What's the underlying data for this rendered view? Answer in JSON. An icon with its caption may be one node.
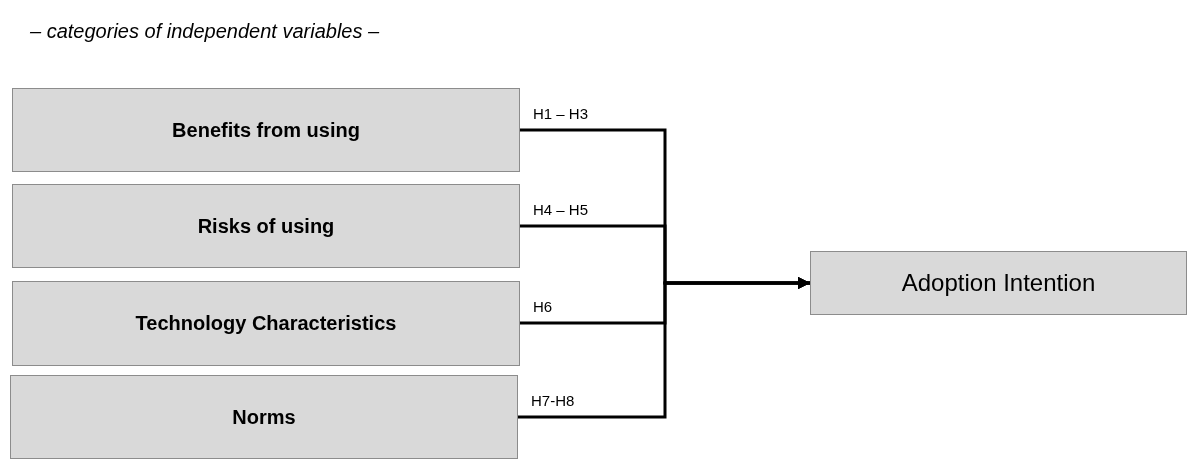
{
  "diagram": {
    "title": "– categories of independent variables –",
    "nodes": [
      {
        "text": [
          "Benefits from using"
        ]
      },
      {
        "text": [
          "Risks of using"
        ]
      },
      {
        "text": [
          "Technology Characteristics"
        ]
      },
      {
        "text": [
          "Norms"
        ]
      },
      {
        "text": [
          "Adoption Intention"
        ]
      }
    ],
    "edges": [
      {
        "from": 0,
        "to": 4,
        "arrow": "to",
        "label": "H1 – H3"
      },
      {
        "from": 1,
        "to": 4,
        "arrow": "to",
        "label": "H4 – H5"
      },
      {
        "from": 2,
        "to": 4,
        "arrow": "to",
        "label": "H6"
      },
      {
        "from": 3,
        "to": 4,
        "arrow": "to",
        "label": "H7-H8"
      }
    ]
  }
}
